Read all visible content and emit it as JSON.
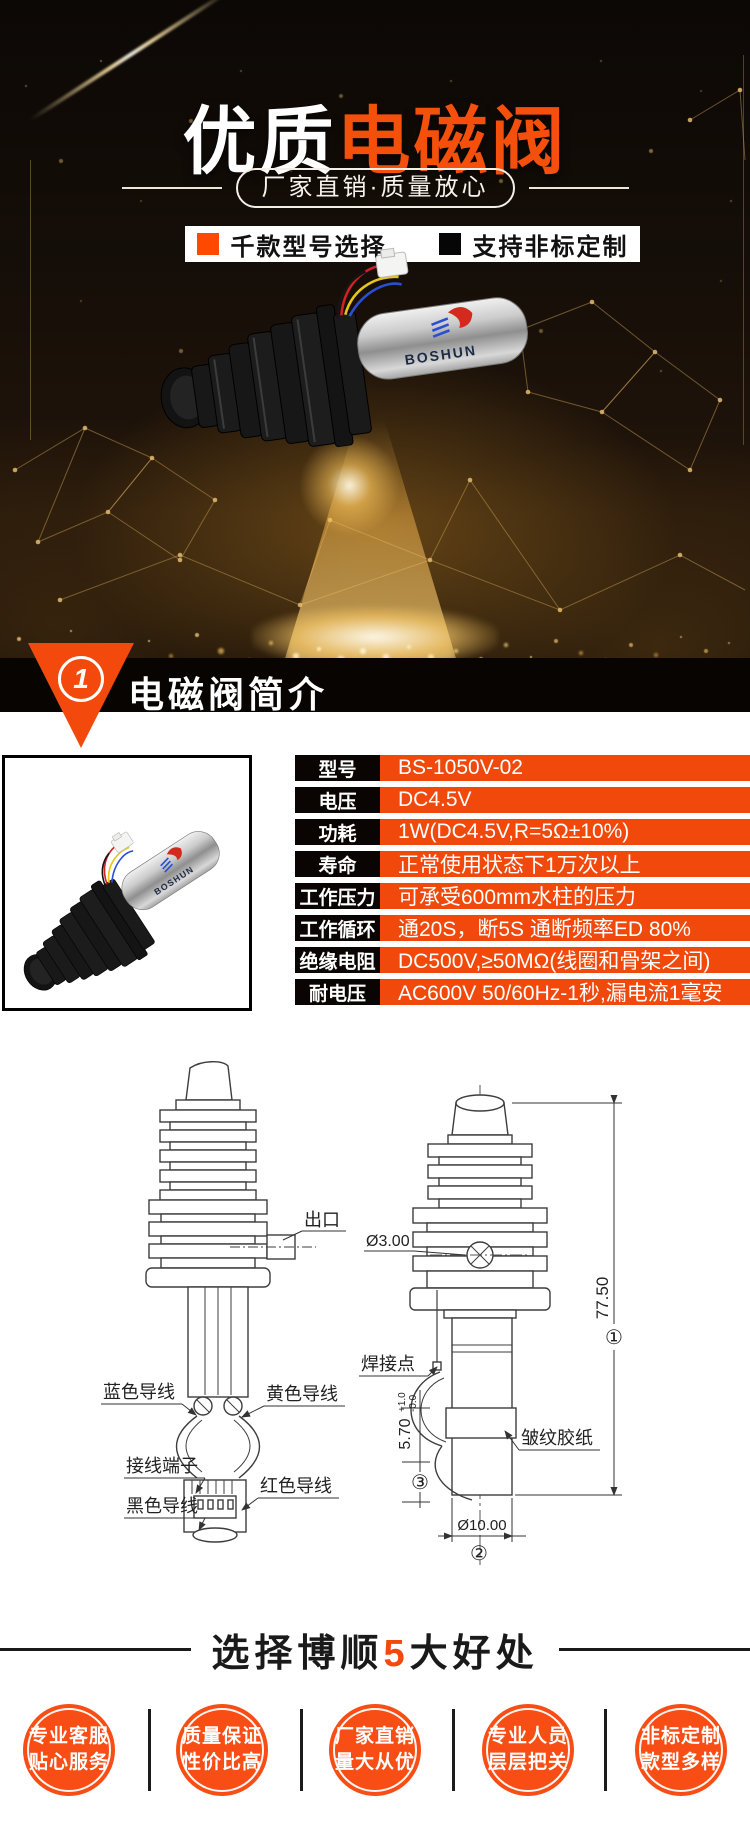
{
  "colors": {
    "accent": "#F3490C",
    "feature_swatch_orange": "#FF4800",
    "feature_swatch_black": "#060606",
    "table_label_bg": "#0A0502",
    "table_value_bg": "#F1490C",
    "circle_bg": "#F84E15",
    "hero_gold": "#D8A44A"
  },
  "hero": {
    "title_white": "优质",
    "title_accent": "电磁阀",
    "subtitle": "厂家直销·质量放心",
    "features": [
      {
        "label": "千款型号选择"
      },
      {
        "label": "支持非标定制"
      }
    ],
    "product_brand": "BOSHUN"
  },
  "section_header": {
    "number": "1",
    "title": "电磁阀简介"
  },
  "spec_table": {
    "rows": [
      {
        "label": "型号",
        "value": "BS-1050V-02"
      },
      {
        "label": "电压",
        "value": "DC4.5V"
      },
      {
        "label": "功耗",
        "value": "1W(DC4.5V,R=5Ω±10%)"
      },
      {
        "label": "寿命",
        "value": "正常使用状态下1万次以上"
      },
      {
        "label": "工作压力",
        "value": "可承受600mm水柱的压力"
      },
      {
        "label": "工作循环",
        "value": "通20S，断5S 通断频率ED 80%"
      },
      {
        "label": "绝缘电阻",
        "value": "DC500V,≥50MΩ(线圈和骨架之间)"
      },
      {
        "label": "耐电压",
        "value": "AC600V 50/60Hz-1秒,漏电流1毫安"
      }
    ]
  },
  "drawings": {
    "labels": {
      "outlet": "出口",
      "blue_wire": "蓝色导线",
      "yellow_wire": "黄色导线",
      "terminal": "接线端子",
      "black_wire": "黑色导线",
      "red_wire": "红色导线",
      "weld_point": "焊接点",
      "crepe_tape": "皱纹胶纸"
    },
    "dims": {
      "hole_dia": "Ø3.00",
      "total_height": "77.50",
      "stroke_height": "5.70",
      "tol_up": "+1.0",
      "tol_down": "-0.0",
      "body_dia": "Ø10.00",
      "mark1": "①",
      "mark2": "②",
      "mark3": "③"
    }
  },
  "benefits": {
    "heading_prefix": "选择博顺",
    "heading_number": "5",
    "heading_suffix": "大好处",
    "items": [
      [
        "专业客服",
        "贴心服务"
      ],
      [
        "质量保证",
        "性价比高"
      ],
      [
        "厂家直销",
        "量大从优"
      ],
      [
        "专业人员",
        "层层把关"
      ],
      [
        "非标定制",
        "款型多样"
      ]
    ]
  }
}
